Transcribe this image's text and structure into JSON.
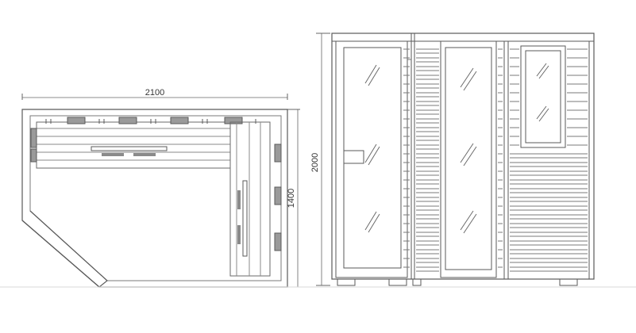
{
  "plan_view": {
    "width_label": "2100",
    "depth_label": "1400"
  },
  "front_view": {
    "height_label": "2000"
  },
  "colors": {
    "line": "#5a5a5a",
    "light_line": "#9a9a9a",
    "dim_line": "#666666",
    "fill": "#ffffff",
    "heater": "#8a8a8a",
    "baseline": "#d8d8d8"
  }
}
